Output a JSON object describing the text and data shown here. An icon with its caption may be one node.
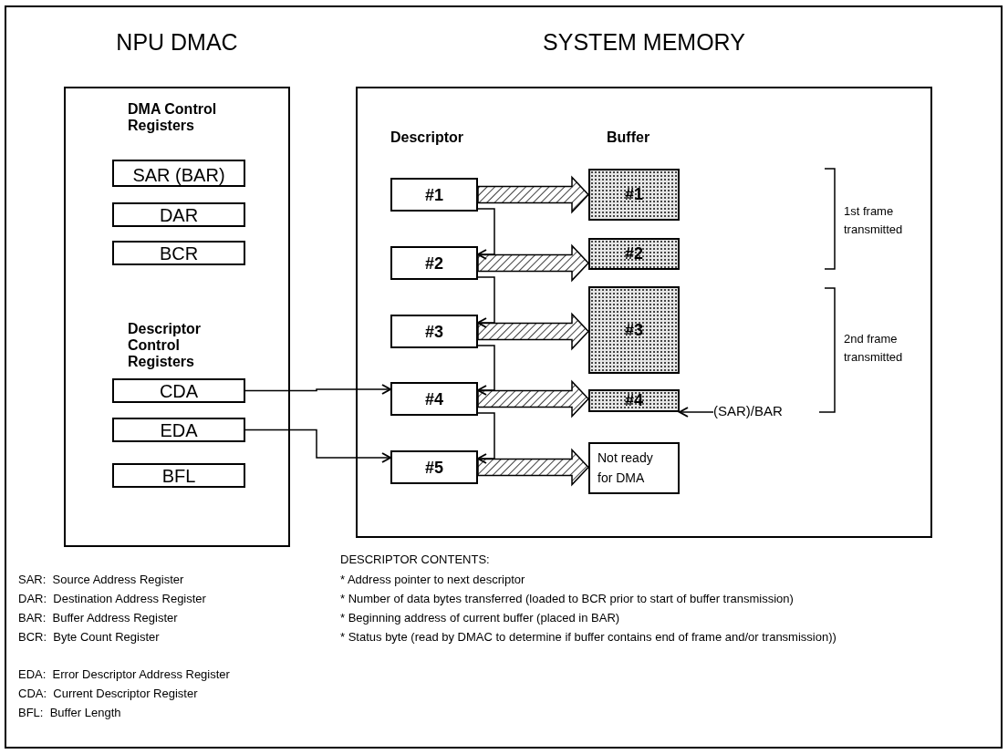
{
  "diagram": {
    "nodes": [
      {
        "text": [
          "NPU DMAC",
          "DMA Control Registers",
          "Descriptor Control Registers"
        ]
      },
      {
        "text": [
          "SAR (BAR)"
        ],
        "in": 0
      },
      {
        "text": [
          "DAR"
        ],
        "in": 0
      },
      {
        "text": [
          "BCR"
        ],
        "in": 0
      },
      {
        "text": [
          "CDA"
        ],
        "in": 0
      },
      {
        "text": [
          "EDA"
        ],
        "in": 0
      },
      {
        "text": [
          "BFL"
        ],
        "in": 0
      },
      {
        "text": [
          "SYSTEM MEMORY",
          "Descriptor",
          "Buffer"
        ]
      },
      {
        "text": [
          "#1"
        ],
        "in": 7
      },
      {
        "text": [
          "#2"
        ],
        "in": 7
      },
      {
        "text": [
          "#3"
        ],
        "in": 7
      },
      {
        "text": [
          "#4"
        ],
        "in": 7
      },
      {
        "text": [
          "#5"
        ],
        "in": 7
      },
      {
        "text": [
          "#1"
        ],
        "in": 7
      },
      {
        "text": [
          "#2"
        ],
        "in": 7
      },
      {
        "text": [
          "#3"
        ],
        "in": 7
      },
      {
        "text": [
          "#4"
        ],
        "in": 7
      },
      {
        "text": [
          "Not ready for DMA"
        ],
        "in": 7
      },
      {
        "text": [
          "(SAR)/BAR"
        ],
        "in": 7
      }
    ],
    "edges": [
      {
        "from": 8,
        "to": 9,
        "arrow": "to"
      },
      {
        "from": 9,
        "to": 10,
        "arrow": "to"
      },
      {
        "from": 10,
        "to": 11,
        "arrow": "to"
      },
      {
        "from": 11,
        "to": 12,
        "arrow": "to"
      },
      {
        "from": 8,
        "to": 13,
        "arrow": "to",
        "style": "thick"
      },
      {
        "from": 9,
        "to": 14,
        "arrow": "to",
        "style": "thick"
      },
      {
        "from": 10,
        "to": 15,
        "arrow": "to",
        "style": "thick"
      },
      {
        "from": 11,
        "to": 16,
        "arrow": "to",
        "style": "thick"
      },
      {
        "from": 12,
        "to": 17,
        "arrow": "to",
        "style": "thick"
      },
      {
        "from": 4,
        "to": 11,
        "arrow": "to"
      },
      {
        "from": 5,
        "to": 12,
        "arrow": "to"
      },
      {
        "from": 18,
        "to": 16,
        "arrow": "to"
      }
    ],
    "labels": [
      "1st frame transmitted",
      "2nd frame transmitted",
      "SAR:  Source Address Register",
      "DAR:  Destination Address Register",
      "BAR:  Buffer Address Register",
      "BCR:  Byte Count Register",
      "EDA:  Error Descriptor Address Register",
      "CDA:  Current Descriptor Register",
      "BFL:  Buffer Length",
      "DESCRIPTOR CONTENTS:",
      "* Address pointer to next descriptor",
      "* Number of data bytes transferred (loaded to BCR prior to start of buffer transmission)",
      "* Beginning address of current buffer (placed in BAR)",
      "* Status byte (read by DMAC to determine if buffer contains end of frame and/or transmission))"
    ]
  }
}
